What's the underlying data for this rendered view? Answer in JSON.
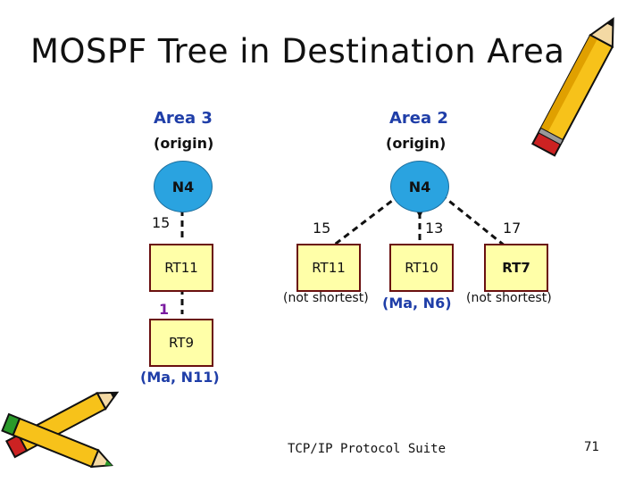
{
  "title": "MOSPF Tree in Destination Area",
  "left": {
    "area_label": "Area 3",
    "origin_label": "(origin)",
    "network": "N4",
    "cost1": "15",
    "router1": "RT11",
    "cost2": "1",
    "router2": "RT9",
    "dest": "(Ma, N11)"
  },
  "right": {
    "area_label": "Area 2",
    "origin_label": "(origin)",
    "network": "N4",
    "branches": [
      {
        "cost": "15",
        "router": "RT11",
        "note": "(not shortest)"
      },
      {
        "cost": "13",
        "router": "RT10",
        "note": "(Ma, N6)"
      },
      {
        "cost": "17",
        "router": "RT7",
        "note": "(not shortest)"
      }
    ]
  },
  "footer": {
    "text": "TCP/IP Protocol Suite",
    "page": "71"
  },
  "colors": {
    "network_fill": "#2aa3e0",
    "router_fill": "#ffffa8",
    "router_border": "#6a1010",
    "area_text": "#1f3ea8",
    "highlight": "#7a1aa0"
  }
}
